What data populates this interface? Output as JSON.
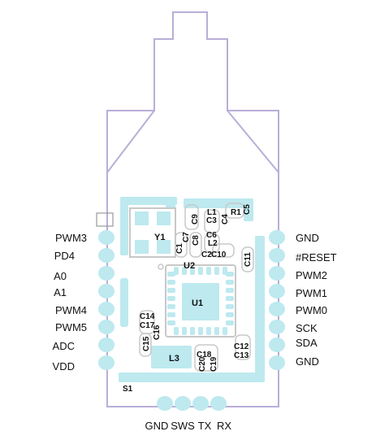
{
  "colors": {
    "outline": "#b9aed8",
    "silk": "#c8c8c8",
    "copper": "#bde9ef",
    "copper_dark": "#9fd5df",
    "text": "#111111"
  },
  "left_pins": [
    "PWM3",
    "PD4",
    "A0",
    "A1",
    "PWM4",
    "PWM5",
    "ADC",
    "VDD"
  ],
  "right_pins": [
    "GND",
    "#RESET",
    "PWM2",
    "PWM1",
    "PWM0",
    "SCK",
    "SDA",
    "GND"
  ],
  "bottom_pins": [
    "GND",
    "SWS",
    "TX",
    "RX"
  ],
  "parts": {
    "Y1": "Y1",
    "U1": "U1",
    "U2": "U2",
    "L1": "L1",
    "L2": "L2",
    "L3": "L3",
    "R1": "R1",
    "S1": "S1",
    "C1": "C1",
    "C2": "C2",
    "C3": "C3",
    "C4": "C4",
    "C5": "C5",
    "C6": "C6",
    "C7": "C7",
    "C8": "C8",
    "C9": "C9",
    "C10": "C10",
    "C11": "C11",
    "C12": "C12",
    "C13": "C13",
    "C14": "C14",
    "C15": "C15",
    "C16": "C16",
    "C17": "C17",
    "C18": "C18",
    "C19": "C19",
    "C20": "C20"
  }
}
